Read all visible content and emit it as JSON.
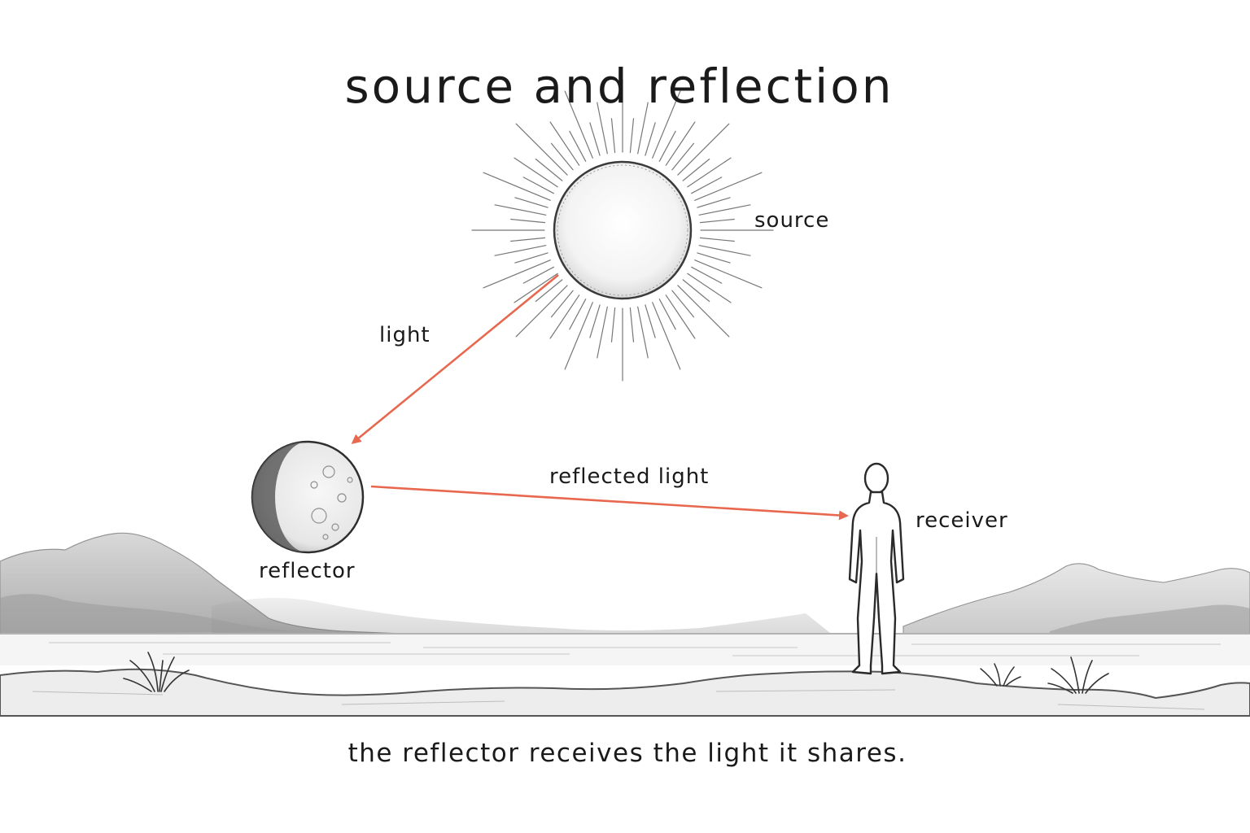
{
  "title": "source and reflection",
  "labels": {
    "source": "source",
    "light": "light",
    "reflected_light": "reflected light",
    "receiver": "receiver",
    "reflector": "reflector"
  },
  "caption": "the reflector receives the light it shares.",
  "colors": {
    "arrow": "#e8684f",
    "ink": "#1a1a1a",
    "pencil": "#555555",
    "background": "#ffffff"
  },
  "icons": {
    "source": "sun-icon",
    "reflector": "moon-icon",
    "receiver": "person-icon"
  }
}
